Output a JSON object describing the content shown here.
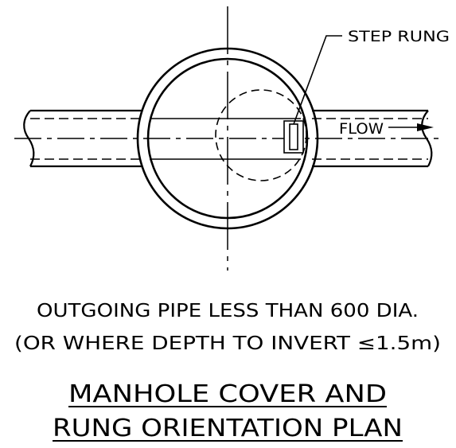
{
  "labels": {
    "step_rung": "STEP RUNG",
    "flow": "FLOW"
  },
  "notes": {
    "line1": "OUTGOING PIPE LESS THAN 600 DIA.",
    "line2": "(OR WHERE DEPTH TO INVERT ≤1.5m)"
  },
  "title": {
    "line1": "MANHOLE COVER AND",
    "line2": "RUNG ORIENTATION PLAN"
  },
  "colors": {
    "ink": "#000000",
    "paper": "#ffffff"
  }
}
